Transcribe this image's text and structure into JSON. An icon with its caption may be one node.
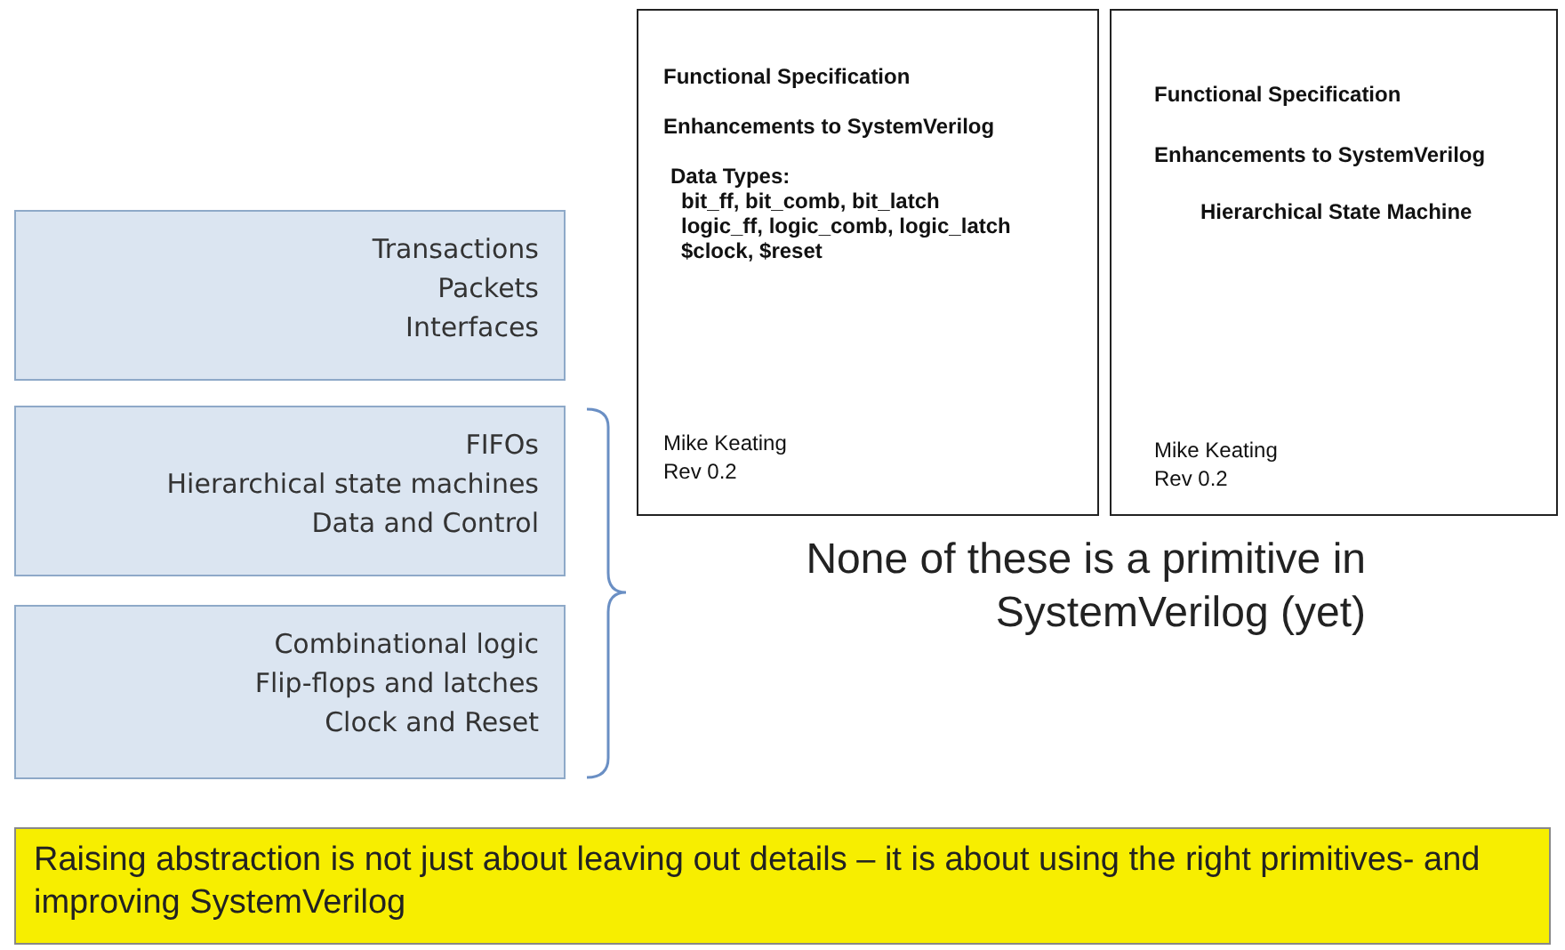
{
  "diagram": {
    "nodes": [
      {
        "text": [
          "Transactions",
          "Packets",
          "Interfaces"
        ]
      },
      {
        "text": [
          "FIFOs",
          "Hierarchical state machines",
          "Data and Control"
        ]
      },
      {
        "text": [
          "Combinational logic",
          "Flip-flops and latches",
          "Clock and Reset"
        ]
      },
      {
        "text": [
          "Functional Specification",
          "Enhancements to SystemVerilog",
          "Data Types:",
          "bit_ff, bit_comb, bit_latch",
          "logic_ff, logic_comb, logic_latch",
          "$clock, $reset",
          "Mike Keating",
          "Rev 0.2"
        ]
      },
      {
        "text": [
          "Functional Specification",
          "Enhancements to SystemVerilog",
          "Hierarchical State Machine",
          "Mike Keating",
          "Rev 0.2"
        ]
      },
      {
        "text": [
          "Raising abstraction is not just about leaving out details – it is about using the right primitives- and improving SystemVerilog"
        ]
      }
    ],
    "labels": [
      "None of these is a primitive in SystemVerilog (yet)"
    ]
  }
}
